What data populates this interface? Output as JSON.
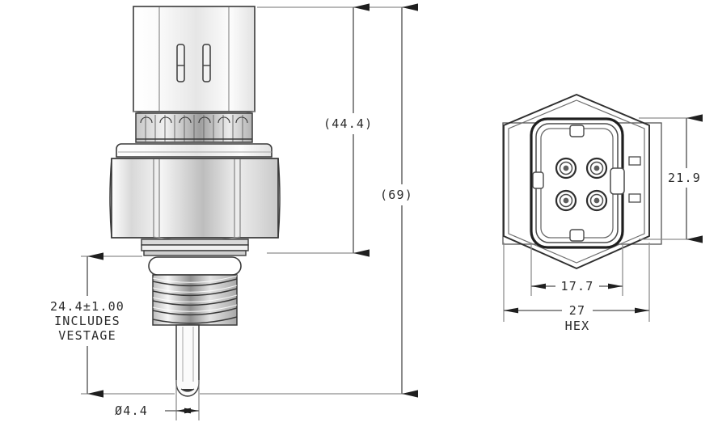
{
  "drawing": {
    "type": "engineering-part-drawing",
    "subject": "temperature sensor with 4-pin connector",
    "background_color": "#ffffff",
    "line_color": "#3a3a3a",
    "text_color": "#2a2a2a",
    "shade_color": "#b8b8b8"
  },
  "views": {
    "front": {
      "name": "front-elevation-view"
    },
    "end": {
      "name": "connector-end-view"
    }
  },
  "dimensions": {
    "overall_body": "(44.4)",
    "overall_length": "(69)",
    "thread_length": "24.4±1.00",
    "thread_note_line1": "INCLUDES",
    "thread_note_line2": "VESTAGE",
    "probe_diameter": "Ø4.4",
    "hex_height": "21.9",
    "connector_width": "17.7",
    "hex_across_flats": "27",
    "hex_label": "HEX"
  }
}
